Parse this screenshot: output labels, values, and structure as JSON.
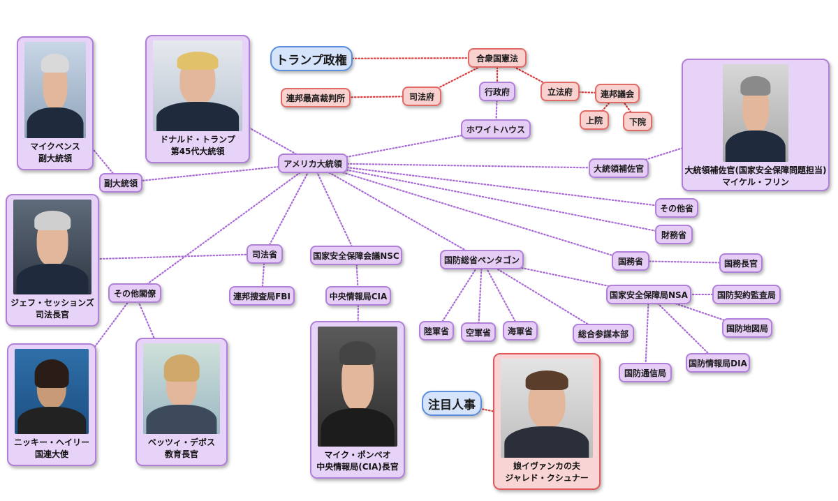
{
  "topics": {
    "trump_admin": "トランプ政権",
    "notable": "注目人事"
  },
  "nodes": {
    "constitution": "合衆国憲法",
    "judiciary": "司法府",
    "supreme_court": "連邦最高裁判所",
    "executive": "行政府",
    "legislature": "立法府",
    "congress": "連邦議会",
    "senate": "上院",
    "house": "下院",
    "white_house": "ホワイトハウス",
    "president": "アメリカ大統領",
    "vice_president": "副大統領",
    "nsa_advisor": "大統領補佐官",
    "other_depts": "その他省",
    "treasury": "財務省",
    "state_dept": "国務省",
    "secretary_of_state": "国務長官",
    "justice_dept": "司法省",
    "fbi": "連邦捜査局FBI",
    "nsc": "国家安全保障会議NSC",
    "cia": "中央情報局CIA",
    "pentagon": "国防総省ペンタゴン",
    "army": "陸軍省",
    "air_force": "空軍省",
    "navy": "海軍省",
    "joint_chiefs": "総合参謀本部",
    "nsa_agency": "国家安全保障局NSA",
    "dcaa": "国防契約監査局",
    "nga": "国防地図局",
    "dia": "国防情報局DIA",
    "disa": "国防通信局",
    "other_cabinet": "その他閣僚"
  },
  "people": {
    "pence": {
      "line1": "マイクペンス",
      "line2": "副大統領"
    },
    "trump": {
      "line1": "ドナルド・トランプ",
      "line2": "第45代大統領"
    },
    "flynn": {
      "line1": "大統領補佐官(国家安全保障問題担当)",
      "line2": "マイケル・フリン"
    },
    "sessions": {
      "line1": "ジェフ・セッションズ",
      "line2": "司法長官"
    },
    "haley": {
      "line1": "ニッキー・ヘイリー",
      "line2": "国連大使"
    },
    "devos": {
      "line1": "ベッツィ・デボス",
      "line2": "教育長官"
    },
    "pompeo": {
      "line1": "マイク・ポンペオ",
      "line2": "中央情報局(CIA)長官"
    },
    "kushner": {
      "line1": "娘イヴァンカの夫",
      "line2": "ジャレド・クシュナー"
    }
  },
  "colors": {
    "purple_edge": "#a86ad6",
    "red_edge": "#d93a3a",
    "purple_fill": "#e6cdf6",
    "red_fill": "#f9d2d0",
    "blue_fill": "#d6e4fb"
  }
}
